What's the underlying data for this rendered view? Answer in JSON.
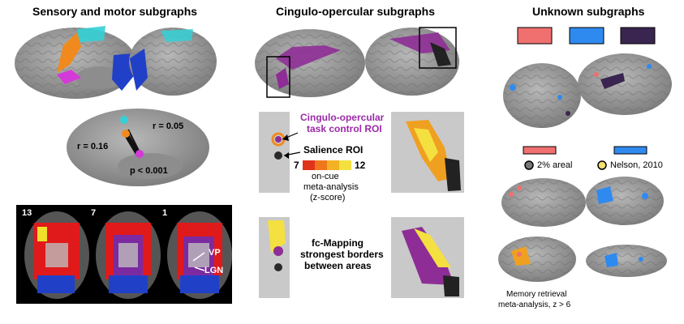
{
  "titles": {
    "sensory_motor": "Sensory and motor subgraphs",
    "cingulo": "Cingulo-opercular subgraphs",
    "unknown": "Unknown subgraphs"
  },
  "correlations": {
    "r1": "r = 0.05",
    "r2": "r = 0.16",
    "p": "p < 0.001"
  },
  "slices": {
    "numbers": [
      "13",
      "7",
      "1"
    ],
    "vp": "VP",
    "lgn": "LGN"
  },
  "cingulo": {
    "task_roi_line1": "Cingulo-opercular",
    "task_roi_line2": "task control ROI",
    "salience_roi": "Salience ROI",
    "scale_min": "7",
    "scale_max": "12",
    "meta_line1": "on-cue",
    "meta_line2": "meta-analysis",
    "meta_line3": "(z-score)",
    "fcmap_line1": "fc-Mapping",
    "fcmap_line2": "strongest borders",
    "fcmap_line3": "between areas"
  },
  "unknown": {
    "legend_areal": "2% areal",
    "legend_nelson": "Nelson, 2010",
    "memory_line1": "Memory retrieval",
    "memory_line2": "meta-analysis, z > 6"
  },
  "colors": {
    "cyan": "#34d0d6",
    "orange": "#f08a1e",
    "magenta": "#d43ad8",
    "blue": "#2140c8",
    "purple": "#8e2d96",
    "salmon": "#f07070",
    "skyblue": "#2f8af0",
    "darkpurple": "#3a2550",
    "brain": "#9a9a9a"
  }
}
